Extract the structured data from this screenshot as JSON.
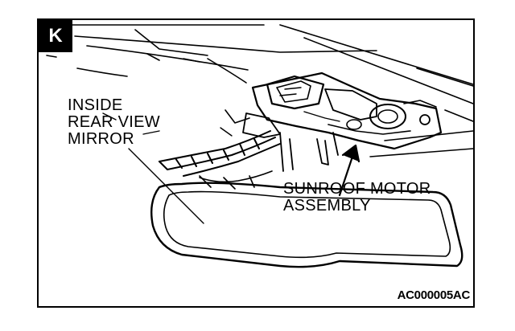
{
  "figure": {
    "badge": "K",
    "callouts": {
      "mirror": [
        "INSIDE",
        "REAR VIEW",
        "MIRROR"
      ],
      "motor": [
        "SUNROOF MOTOR",
        "ASSEMBLY"
      ]
    },
    "reference_code": "AC000005AC"
  }
}
